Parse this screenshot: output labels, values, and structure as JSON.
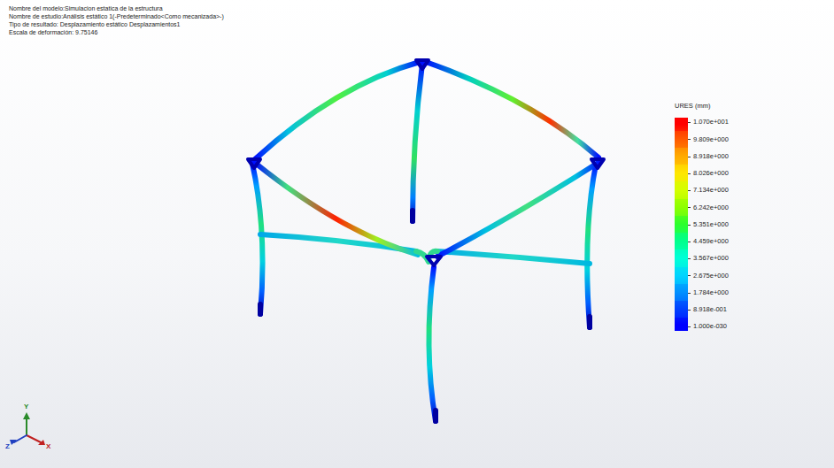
{
  "diagram": {
    "labels": [
      "Nombre del modelo:Simulacion estatica de la estructura",
      "Nombre de estudio:Análisis estático 1(-Predeterminado<Como mecanizada>-)",
      "Tipo de resultado: Desplazamiento estático Desplazamientos1",
      "Escala de deformación: 9.75146",
      "URES (mm)",
      "Y",
      "Z",
      "X"
    ],
    "legend": [
      {
        "text": "1.070e+001",
        "color": "#ff0000"
      },
      {
        "text": "9.809e+000",
        "color": "#ff5a00"
      },
      {
        "text": "8.918e+000",
        "color": "#ffaa00"
      },
      {
        "text": "8.026e+000",
        "color": "#ffe600"
      },
      {
        "text": "7.134e+000",
        "color": "#d4ff00"
      },
      {
        "text": "6.242e+000",
        "color": "#8cff00"
      },
      {
        "text": "5.351e+000",
        "color": "#2cff2c"
      },
      {
        "text": "4.459e+000",
        "color": "#00ff8c"
      },
      {
        "text": "3.567e+000",
        "color": "#00ffd8"
      },
      {
        "text": "2.675e+000",
        "color": "#00d4ff"
      },
      {
        "text": "1.784e+000",
        "color": "#0090ff"
      },
      {
        "text": "8.918e-001",
        "color": "#0040ff"
      },
      {
        "text": "1.000e-030",
        "color": "#0000ff"
      }
    ]
  }
}
